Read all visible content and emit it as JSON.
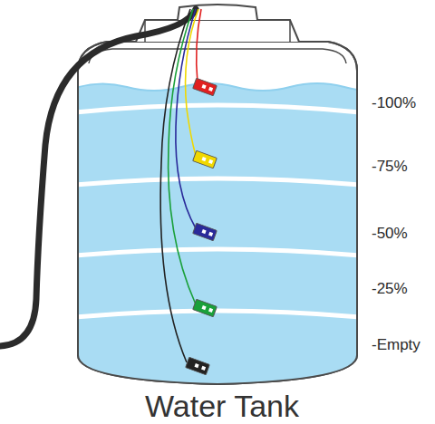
{
  "diagram": {
    "caption": "Water Tank",
    "labels": [
      "-100%",
      "-75%",
      "-50%",
      "-25%",
      "-Empty"
    ]
  }
}
